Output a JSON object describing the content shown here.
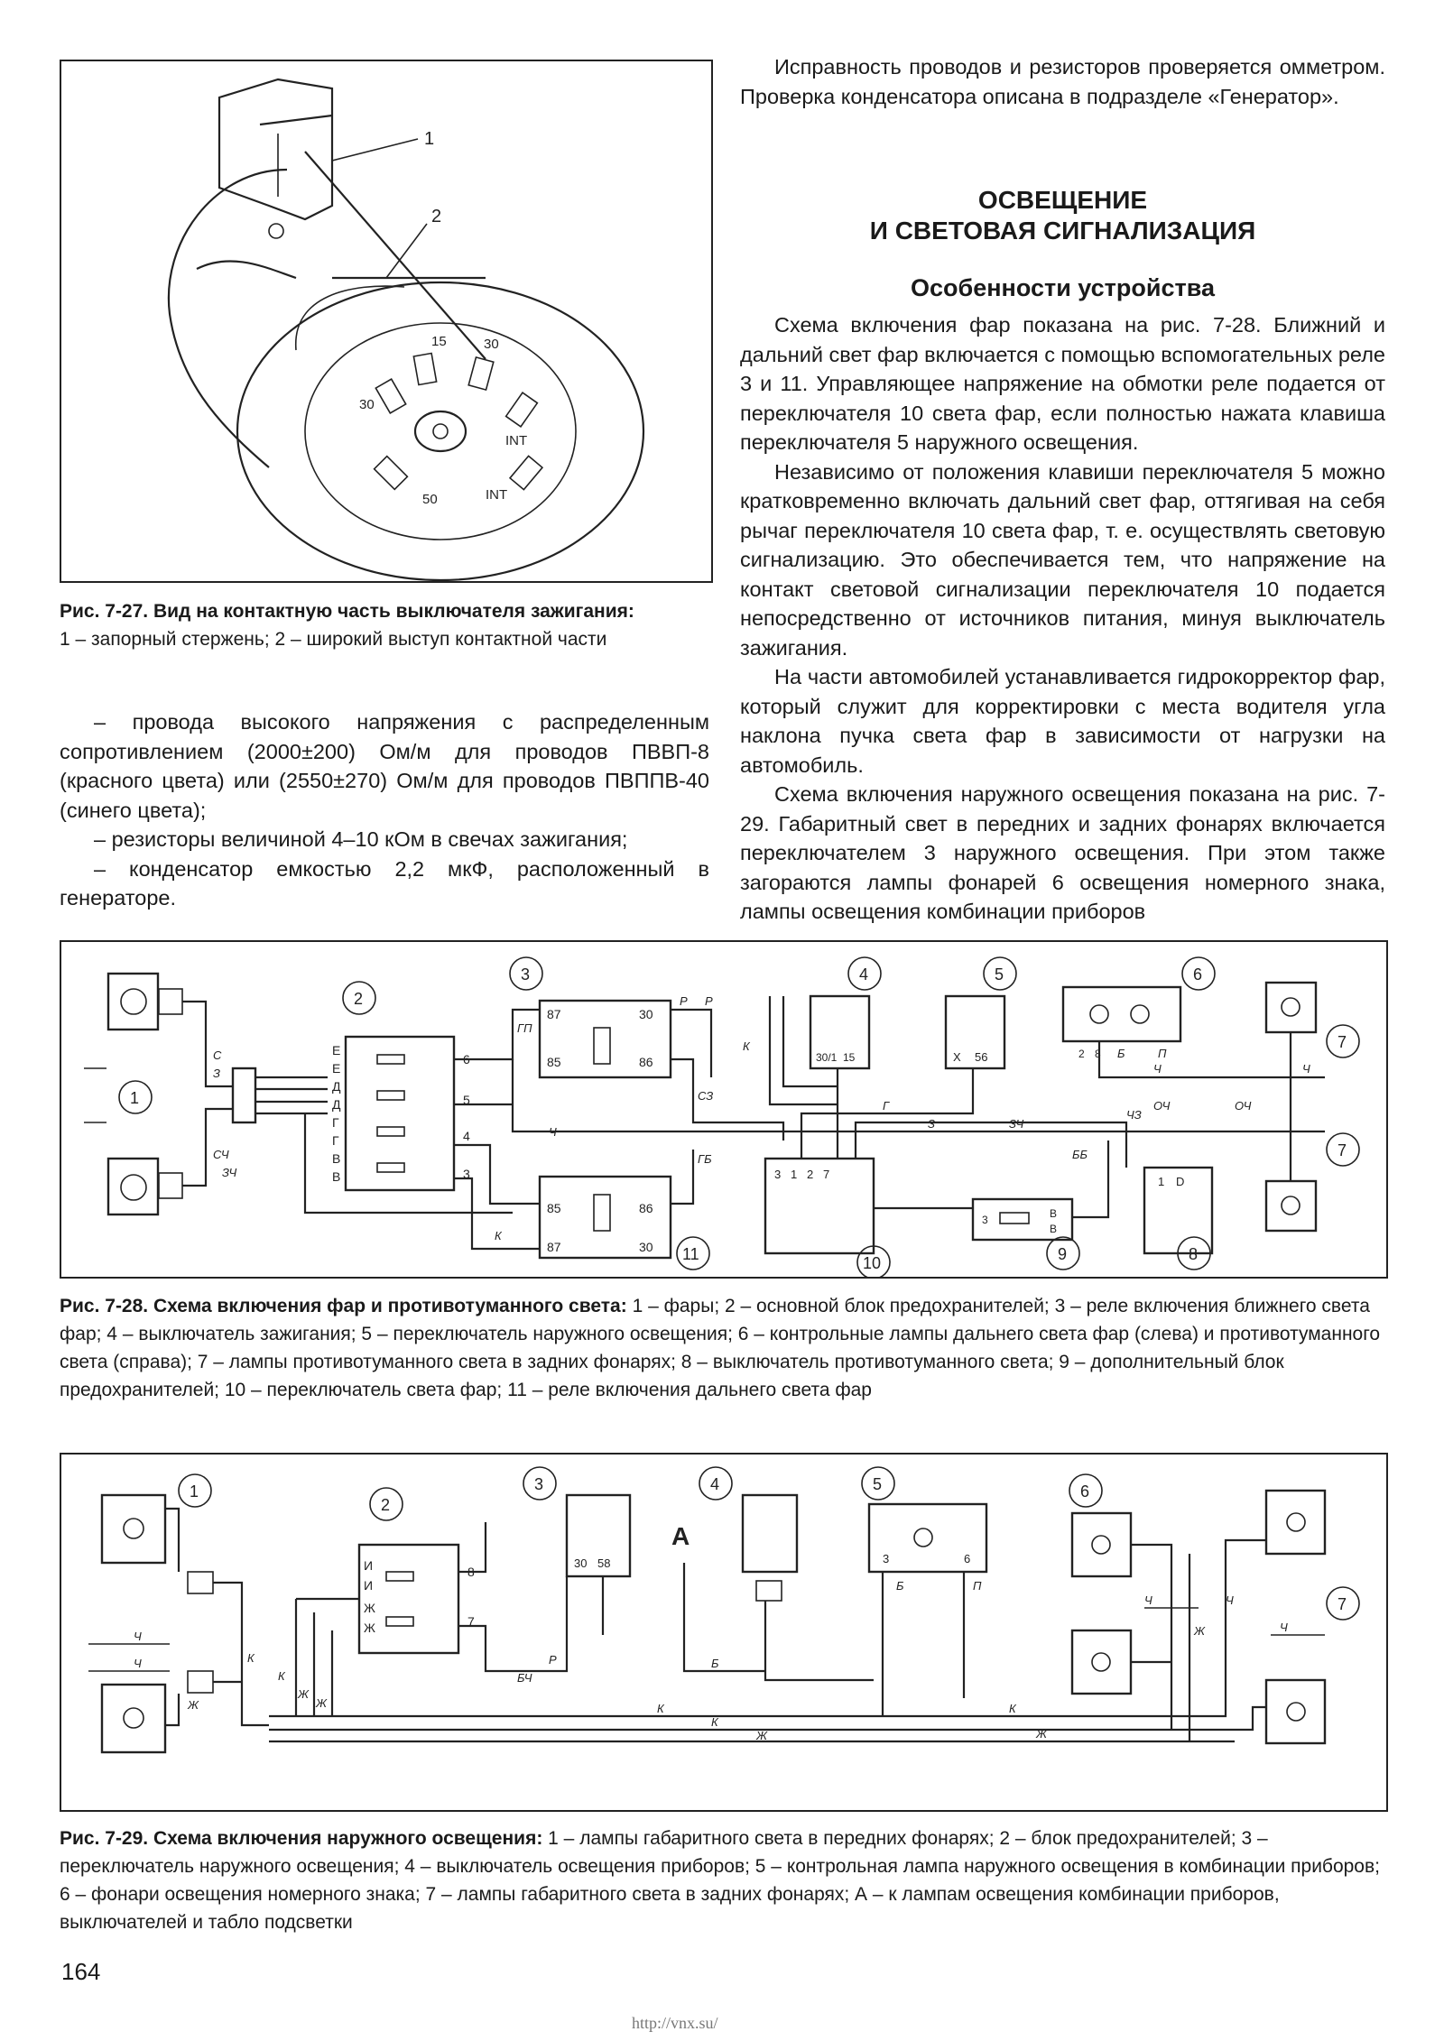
{
  "fig27": {
    "callouts": [
      "1",
      "2"
    ],
    "terminals": [
      "15",
      "30",
      "30",
      "INT",
      "INT",
      "50"
    ],
    "caption_title": "Рис. 7-27. Вид на контактную часть выключателя зажигания:",
    "caption_text": "1 – запорный стержень; 2 – широкий выступ контактной части"
  },
  "right_intro": "Исправность проводов и резисторов проверяется омметром. Проверка конденсатора описана в подразделе «Генератор».",
  "section_title_1": "ОСВЕЩЕНИЕ",
  "section_title_2": "И СВЕТОВАЯ СИГНАЛИЗАЦИЯ",
  "subsection_title": "Особенности устройства",
  "right_paragraphs": [
    "Схема включения фар показана на рис. 7-28. Ближний и дальний свет фар включается с помощью вспомогательных реле 3 и 11. Управляющее напряжение на обмотки реле подается от переключателя 10 света фар, если полностью нажата клавиша переключателя 5 наружного освещения.",
    "Независимо от положения клавиши переключателя 5 можно кратковременно включать дальний свет фар, оттягивая на себя рычаг переключателя 10 света фар, т. е. осуществлять световую сигнализацию. Это обеспечивается тем, что напряжение на контакт световой сигнализации переключателя 10 подается непосредственно от источников питания, минуя выключатель зажигания.",
    "На части автомобилей устанавливается гидрокорректор фар, который служит для корректировки с места водителя угла наклона пучка света фар в зависимости от нагрузки на автомобиль.",
    "Схема включения наружного освещения показана на рис. 7-29. Габаритный свет в передних и задних фонарях включается переключателем 3 наружного освещения. При этом также загораются лампы фонарей 6 освещения номерного знака, лампы освещения комбинации приборов"
  ],
  "left_paragraphs": [
    "– провода высокого напряжения с распределенным сопротивлением (2000±200) Ом/м для проводов ПВВП-8 (красного цвета) или (2550±270) Ом/м для проводов ПВППВ-40 (синего цвета);",
    "– резисторы величиной 4–10 кОм в свечах зажигания;",
    "– конденсатор емкостью 2,2 мкФ, расположенный в генераторе."
  ],
  "fig28": {
    "callouts": [
      "1",
      "2",
      "3",
      "4",
      "5",
      "6",
      "7",
      "7",
      "8",
      "9",
      "10",
      "11"
    ],
    "fuse_letters": [
      "Е",
      "Е",
      "Д",
      "Д",
      "Г",
      "Г",
      "В",
      "В"
    ],
    "fuse_numbers": [
      "6",
      "5",
      "4",
      "3"
    ],
    "relay3_pins": [
      "87",
      "30",
      "85",
      "86"
    ],
    "relay11_pins": [
      "85",
      "86",
      "87",
      "30"
    ],
    "ign_pins": [
      "30/1",
      "15"
    ],
    "sw5_pins": [
      "X",
      "56"
    ],
    "lamps6_pins": [
      "2",
      "8"
    ],
    "sw10_pins": [
      "3",
      "1",
      "2",
      "7"
    ],
    "sw8_pins": [
      "1",
      "D"
    ],
    "fuse9_pins": [
      "3",
      "В",
      "В"
    ],
    "wire_labels": [
      "С",
      "З",
      "СЧ",
      "ЗЧ",
      "Ч",
      "ГП",
      "Р",
      "К",
      "СЗ",
      "Г",
      "З",
      "ЗЧ",
      "ГБ",
      "ББ",
      "ЧЗ",
      "ОЧ",
      "ОЧ",
      "Ч",
      "Ч",
      "Б",
      "П",
      "Р",
      "К"
    ],
    "caption_title": "Рис. 7-28. Схема включения фар и противотуманного света:",
    "caption_text": "1 – фары; 2 – основной блок предохранителей; 3 – реле включения ближнего света фар; 4 – выключатель зажигания; 5 – переключатель наружного освещения; 6 – контрольные лампы дальнего света фар (слева) и противотуманного света (справа); 7 – лампы противотуманного света в задних фонарях; 8 – выключатель противотуманного света; 9 – дополнительный блок предохранителей; 10 – переключатель света фар; 11 – реле включения дальнего света фар"
  },
  "fig29": {
    "callouts": [
      "1",
      "2",
      "3",
      "4",
      "5",
      "6",
      "7"
    ],
    "fuse_letters": [
      "И",
      "И",
      "Ж",
      "Ж"
    ],
    "fuse_numbers": [
      "8",
      "7"
    ],
    "sw3_pins": [
      "30",
      "58"
    ],
    "lamp5_pins": [
      "3",
      "6"
    ],
    "wire_labels": [
      "Ч",
      "Ч",
      "К",
      "Ж",
      "К",
      "Ж",
      "Ж",
      "Р",
      "БЧ",
      "Б",
      "К",
      "К",
      "Ж",
      "К",
      "Ж",
      "Б",
      "П",
      "Ч",
      "Ч",
      "Ж",
      "Ч"
    ],
    "letter_a": "А",
    "caption_title": "Рис. 7-29. Схема включения наружного освещения:",
    "caption_text": "1 – лампы габаритного света в передних фонарях; 2 – блок предохранителей; 3 – переключатель наружного освещения; 4 – выключатель освещения приборов; 5 – контрольная лампа наружного освещения в комбинации приборов; 6 – фонари освещения номерного знака; 7 – лампы габаритного света в задних фонарях; А – к лампам освещения комбинации приборов, выключателей и табло подсветки"
  },
  "page_number": "164",
  "footer_url": "http://vnx.su/"
}
